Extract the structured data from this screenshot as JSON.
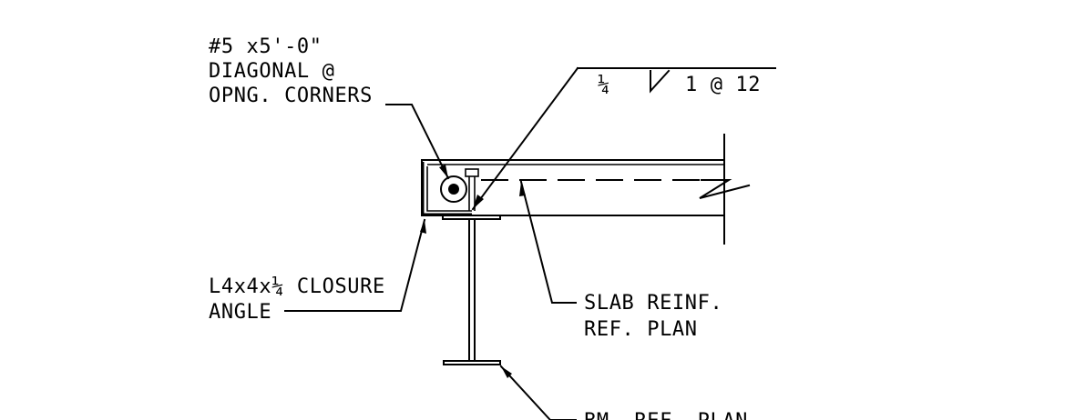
{
  "callouts": {
    "diagonal_bar": [
      "#5 x5'-0\"",
      "DIAGONAL @",
      "OPNG. CORNERS"
    ],
    "closure_angle": [
      "L4x4x¼ CLOSURE",
      "ANGLE"
    ],
    "slab_reinf": [
      "SLAB REINF.",
      "REF. PLAN"
    ],
    "beam": [
      "BM. REF. PLAN"
    ]
  },
  "weld_symbol": {
    "size": "¼",
    "length_pitch": "1 @ 12"
  },
  "colors": {
    "ink": "#000000",
    "background": "#ffffff"
  }
}
